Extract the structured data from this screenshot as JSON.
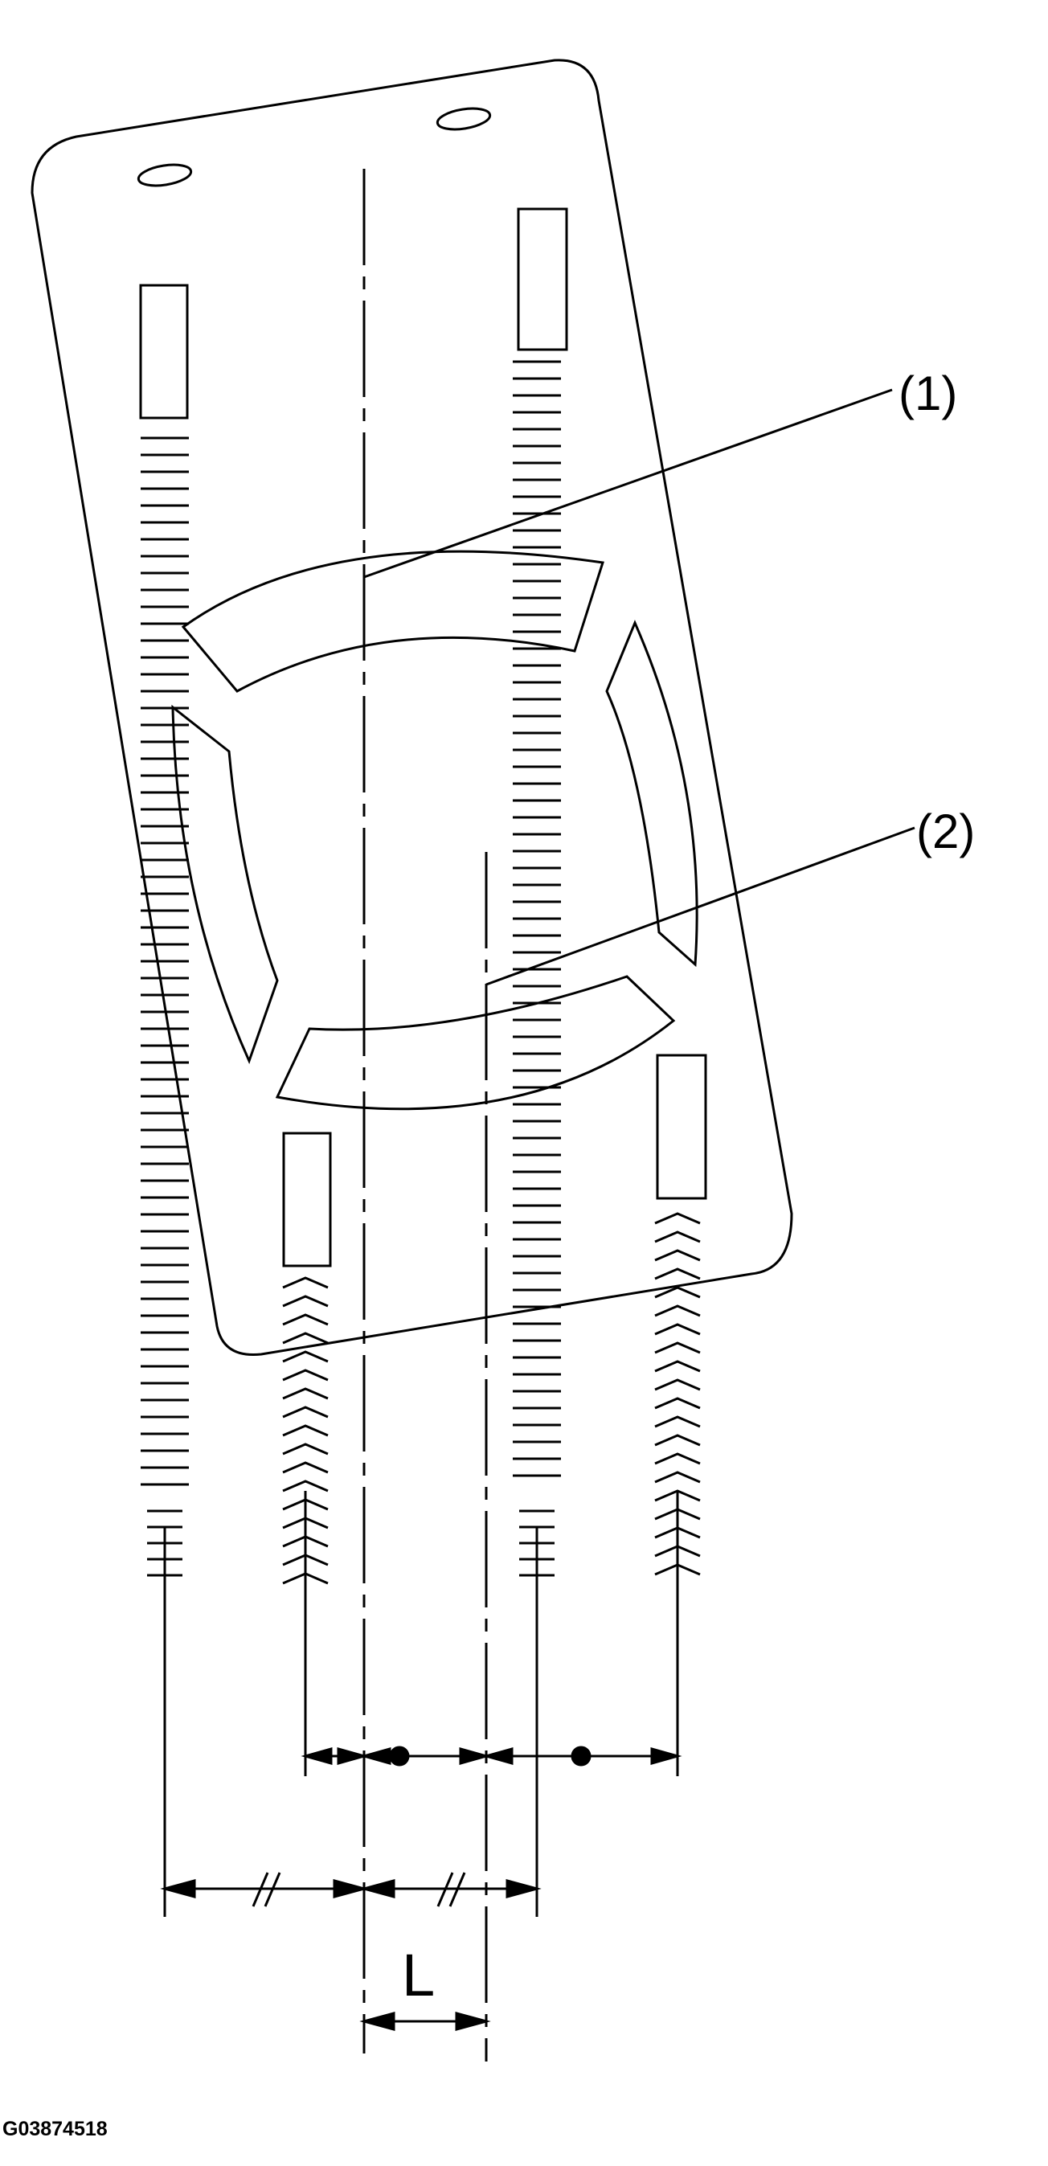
{
  "callouts": {
    "c1": "(1)",
    "c2": "(2)"
  },
  "dimension_label": "L",
  "figure_code": "G03874518",
  "colors": {
    "ink": "#000000",
    "paper": "#ffffff"
  }
}
